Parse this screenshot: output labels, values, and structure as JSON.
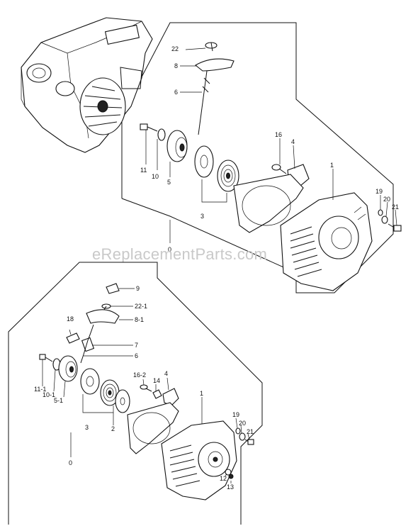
{
  "watermark": "eReplacementParts.com",
  "top_assembly": {
    "labels": [
      "22",
      "8",
      "6",
      "11",
      "10",
      "5",
      "3",
      "16",
      "4",
      "1",
      "19",
      "20",
      "21",
      "0"
    ]
  },
  "bottom_assembly": {
    "labels": [
      "9",
      "22-1",
      "18",
      "8-1",
      "7",
      "6",
      "11-1",
      "10-1",
      "5-1",
      "3",
      "2",
      "16-2",
      "14",
      "4",
      "1",
      "19",
      "20",
      "21",
      "12",
      "13",
      "0"
    ]
  }
}
